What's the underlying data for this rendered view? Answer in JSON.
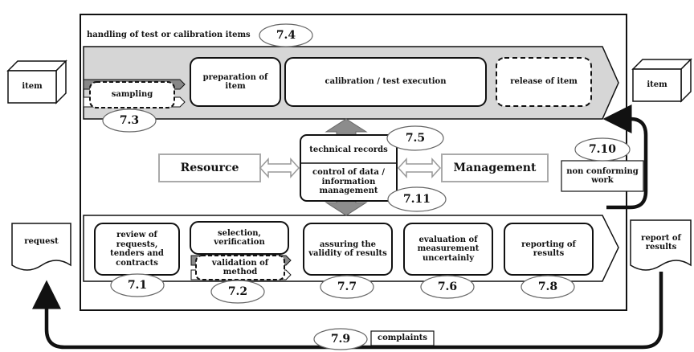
{
  "frame_title": "handling of test or calibration items",
  "inputs": {
    "item_left": "item",
    "item_right": "item",
    "request": "request",
    "report": "report of results"
  },
  "top_process": {
    "sampling": "sampling",
    "preparation": "preparation of item",
    "execution": "calibration / test execution",
    "release": "release of item"
  },
  "center": {
    "technical_records": "technical records",
    "control_of_data": "control of data / information management",
    "resource": "Resource",
    "management": "Management"
  },
  "side": {
    "nonconforming": "non conforming work",
    "complaints": "complaints"
  },
  "bottom_process": {
    "review": "review of requests, tenders and contracts",
    "selection": "selection, verification",
    "validation": "validation of method",
    "assuring": "assuring the validity of results",
    "uncertainty": "evaluation of measurement uncertainly",
    "reporting": "reporting of results"
  },
  "clauses": {
    "c7_1": "7.1",
    "c7_2": "7.2",
    "c7_3": "7.3",
    "c7_4": "7.4",
    "c7_5": "7.5",
    "c7_6": "7.6",
    "c7_7": "7.7",
    "c7_8": "7.8",
    "c7_9": "7.9",
    "c7_10": "7.10",
    "c7_11": "7.11"
  },
  "colors": {
    "band_fill": "#d6d6d6",
    "arrow_gray": "#8c8c8c",
    "stroke": "#111111"
  }
}
